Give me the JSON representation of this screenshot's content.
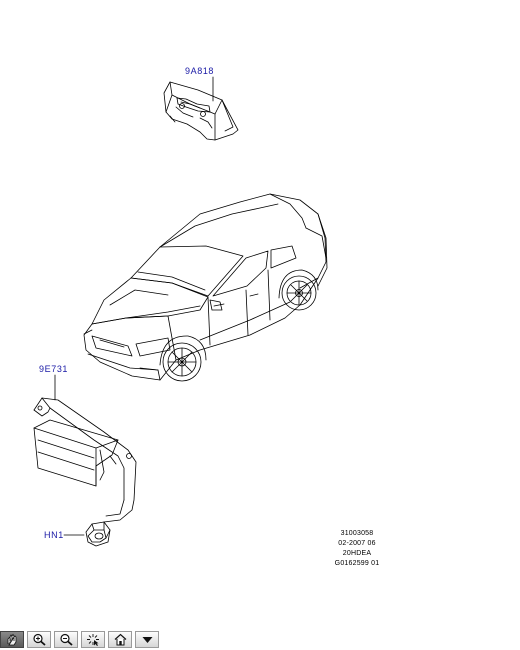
{
  "callouts": {
    "part_9a818": "9A818",
    "part_9e731": "9E731",
    "part_hn1": "HN1"
  },
  "reference": {
    "line1": "31003058",
    "line2": "02-2007 06",
    "line3": "20HDEA",
    "line4": "G0162599 01"
  },
  "toolbar": {
    "buttons": [
      "pan-icon",
      "zoom-in-icon",
      "zoom-out-icon",
      "select-icon",
      "home-icon",
      "dropdown-icon"
    ],
    "active": "pan-icon"
  },
  "colors": {
    "callout": "#1a1aa6",
    "line": "#000000"
  }
}
